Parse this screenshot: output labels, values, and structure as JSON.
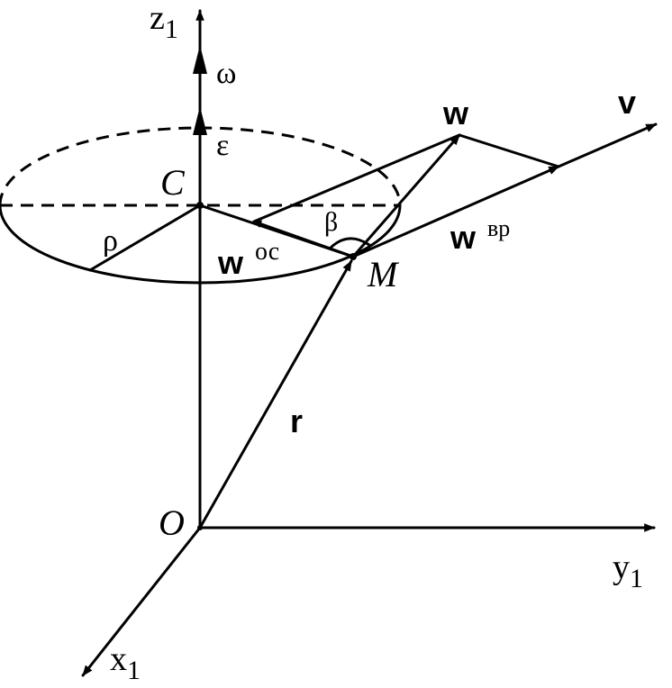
{
  "axes": {
    "z_label": "z",
    "z_sub": "1",
    "y_label": "y",
    "y_sub": "1",
    "x_label": "x",
    "x_sub": "1"
  },
  "points": {
    "origin": "O",
    "center": "C",
    "point": "M"
  },
  "symbols": {
    "omega": "ω",
    "epsilon": "ε",
    "rho": "ρ",
    "beta": "β"
  },
  "vectors": {
    "w": "w",
    "v": "v",
    "r": "r",
    "w_vr_base": "w",
    "w_vr_sup": "вр",
    "w_os_base": "w",
    "w_os_sup": "ос"
  }
}
